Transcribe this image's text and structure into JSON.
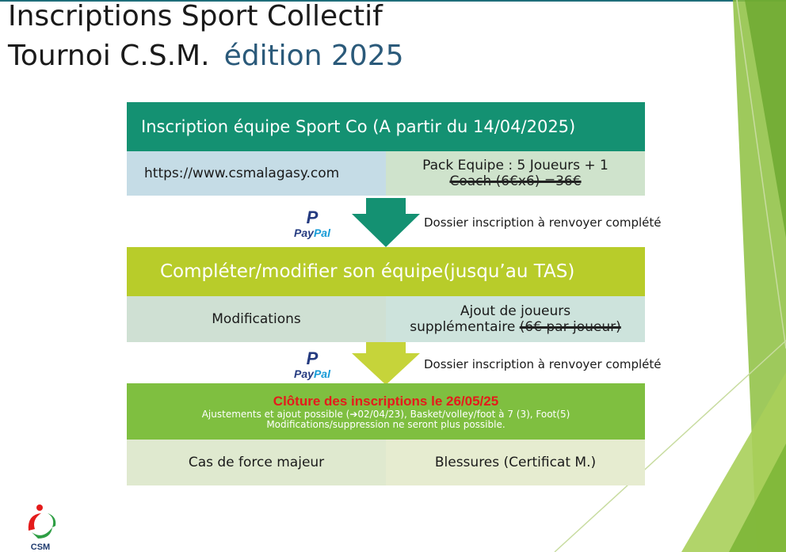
{
  "header": {
    "title_line1": "Inscriptions Sport Collectif",
    "title_line2": "Tournoi C.S.M.",
    "edition": "édition 2025"
  },
  "step1": {
    "title": "Inscription équipe Sport Co (A partir du 14/04/2025)",
    "url": "https://www.csmalagasy.com",
    "pack_line1": "Pack Equipe : 5 Joueurs + 1",
    "pack_struck": "Coach (6€x6) =36€"
  },
  "transfer1": {
    "note": "Dossier inscription à renvoyer complété"
  },
  "step2": {
    "title": "Compléter/modifier son équipe(jusqu’au TAS)",
    "modifications": "Modifications",
    "ajout_line1": "Ajout de joueurs",
    "ajout_line2": "supplémentaire",
    "ajout_struck": "(6€ par joueur)"
  },
  "transfer2": {
    "note": "Dossier inscription à renvoyer complété"
  },
  "step3": {
    "title": "Clôture des inscriptions le 26/05/25",
    "sub_line1": "Ajustements et ajout possible (➔02/04/23), Basket/volley/foot à 7 (3), Foot(5)",
    "sub_line2": "Modifications/suppression ne seront plus possible.",
    "case1": "Cas de force majeur",
    "case2": "Blessures (Certificat M.)"
  },
  "paypal": {
    "pay": "Pay",
    "pal": "Pal"
  },
  "logo": {
    "text": "CSM"
  },
  "colors": {
    "step1": "#149172",
    "step2": "#b8cc2a",
    "step3": "#7fbf40",
    "closure_red": "#e41b1b"
  }
}
